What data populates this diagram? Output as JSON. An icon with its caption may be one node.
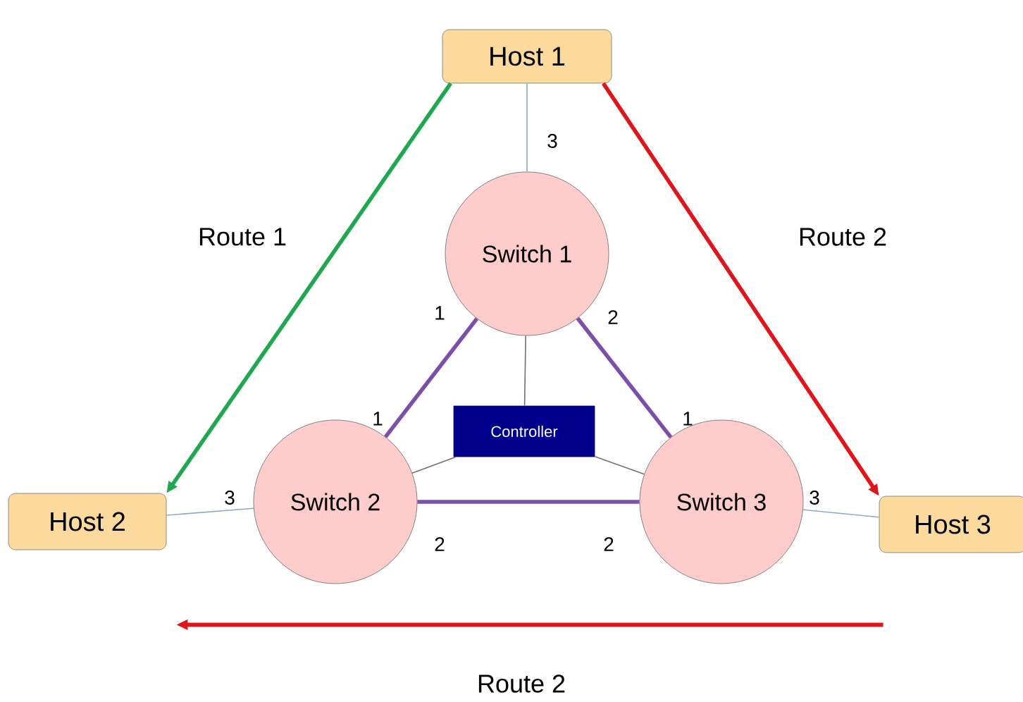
{
  "diagram": {
    "nodes": [
      {
        "text": [
          "Host 1"
        ]
      },
      {
        "text": [
          "Switch 1"
        ]
      },
      {
        "text": [
          "Controller"
        ]
      },
      {
        "text": [
          "Switch 2"
        ]
      },
      {
        "text": [
          "Switch 3"
        ]
      },
      {
        "text": [
          "Host 2"
        ]
      },
      {
        "text": [
          "Host 3"
        ]
      }
    ],
    "edges": [
      {
        "from": 0,
        "to": 1,
        "arrow": "none",
        "color": "#8ea9c9"
      },
      {
        "from": 1,
        "to": 3,
        "arrow": "none",
        "style": "thick",
        "color": "#7b4fa8"
      },
      {
        "from": 1,
        "to": 4,
        "arrow": "none",
        "style": "thick",
        "color": "#7b4fa8"
      },
      {
        "from": 3,
        "to": 4,
        "arrow": "none",
        "style": "thick",
        "color": "#7b4fa8"
      },
      {
        "from": 2,
        "to": 1,
        "arrow": "none"
      },
      {
        "from": 2,
        "to": 3,
        "arrow": "none"
      },
      {
        "from": 2,
        "to": 4,
        "arrow": "none"
      },
      {
        "from": 5,
        "to": 3,
        "arrow": "none",
        "color": "#8ea9c9"
      },
      {
        "from": 4,
        "to": 6,
        "arrow": "none",
        "color": "#8ea9c9"
      },
      {
        "from": 0,
        "to": 5,
        "arrow": "to",
        "style": "thick",
        "color": "#1fa84f"
      },
      {
        "from": 0,
        "to": 6,
        "arrow": "to",
        "style": "thick",
        "color": "#e0141b"
      },
      {
        "from": 6,
        "to": 5,
        "arrow": "to",
        "style": "thick",
        "color": "#e0141b"
      }
    ],
    "labels": [
      "3",
      "Route 1",
      "Route 2",
      "1",
      "2",
      "1",
      "1",
      "3",
      "3",
      "2",
      "2",
      "Route 2"
    ]
  }
}
